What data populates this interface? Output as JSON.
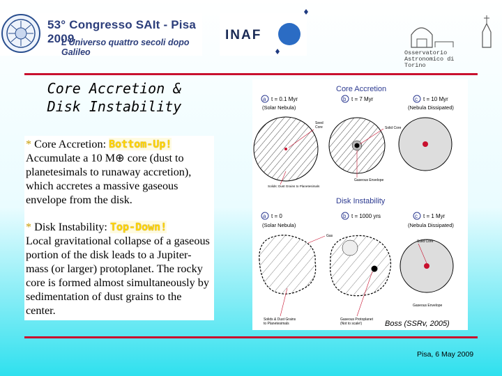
{
  "header": {
    "congress_title": "53° Congresso SAIt - Pisa 2009",
    "congress_subtitle": "L'Universo quattro secoli dopo Galileo",
    "inaf_label": "INAF",
    "observatory_text": "Osservatorio\nAstronomico di\nTorino"
  },
  "slide": {
    "heading_line1": "Core Accretion &",
    "heading_line2": "Disk Instability",
    "bullet_symbol": "*",
    "p1_label": "Core Accretion:",
    "p1_highlight": "Bottom-Up!",
    "p1_body": "Accumulate a 10 M⊕ core (dust to planetesimals to runaway accretion), which accretes a massive gaseous envelope from the disk.",
    "p2_label": "Disk Instability:",
    "p2_highlight": "Top-Down!",
    "p2_body": "Local gravitational collapse of a gaseous portion of the disk leads to a Jupiter-mass (or larger) protoplanet. The rocky core is formed almost simultaneously by sedimentation of dust grains to the center."
  },
  "figure": {
    "title_ca": "Core Accretion",
    "title_di": "Disk Instability",
    "ca_a_time": "t = 0.1 Myr",
    "ca_a_note": "(Solar Nebula)",
    "ca_b_time": "t = 7 Myr",
    "ca_c_time": "t = 10 Myr",
    "ca_c_note": "(Nebula Dissipated)",
    "ca_seed": "Seed\nCore",
    "ca_solid": "Solid Core",
    "ca_envelope": "Gaseous Envelope",
    "ca_dust": "Solids: Dust Grains to Planetesimals",
    "di_a_time": "t = 0",
    "di_a_note": "(Solar Nebula)",
    "di_b_time": "t = 1000 yrs",
    "di_c_time": "t = 1 Myr",
    "di_c_note": "(Nebula Dissipated)",
    "di_gas": "Gas",
    "di_solid": "Solid Core",
    "di_envelope": "Gaseous Envelope",
    "di_solids": "Solids & Dust Grains\nto Planetesimals",
    "di_proto": "Gaseous Protoplanet\n(Not to scale!)",
    "label_a": "a",
    "label_b": "b",
    "label_c": "c",
    "credit": "Boss (SSRv, 2005)"
  },
  "footer": {
    "date": "Pisa, 6 May 2009"
  },
  "colors": {
    "accent_red": "#c8102e",
    "highlight_yellow": "#ffd400",
    "figure_blue": "#2b3990",
    "inaf_blue": "#2b6cc4"
  }
}
